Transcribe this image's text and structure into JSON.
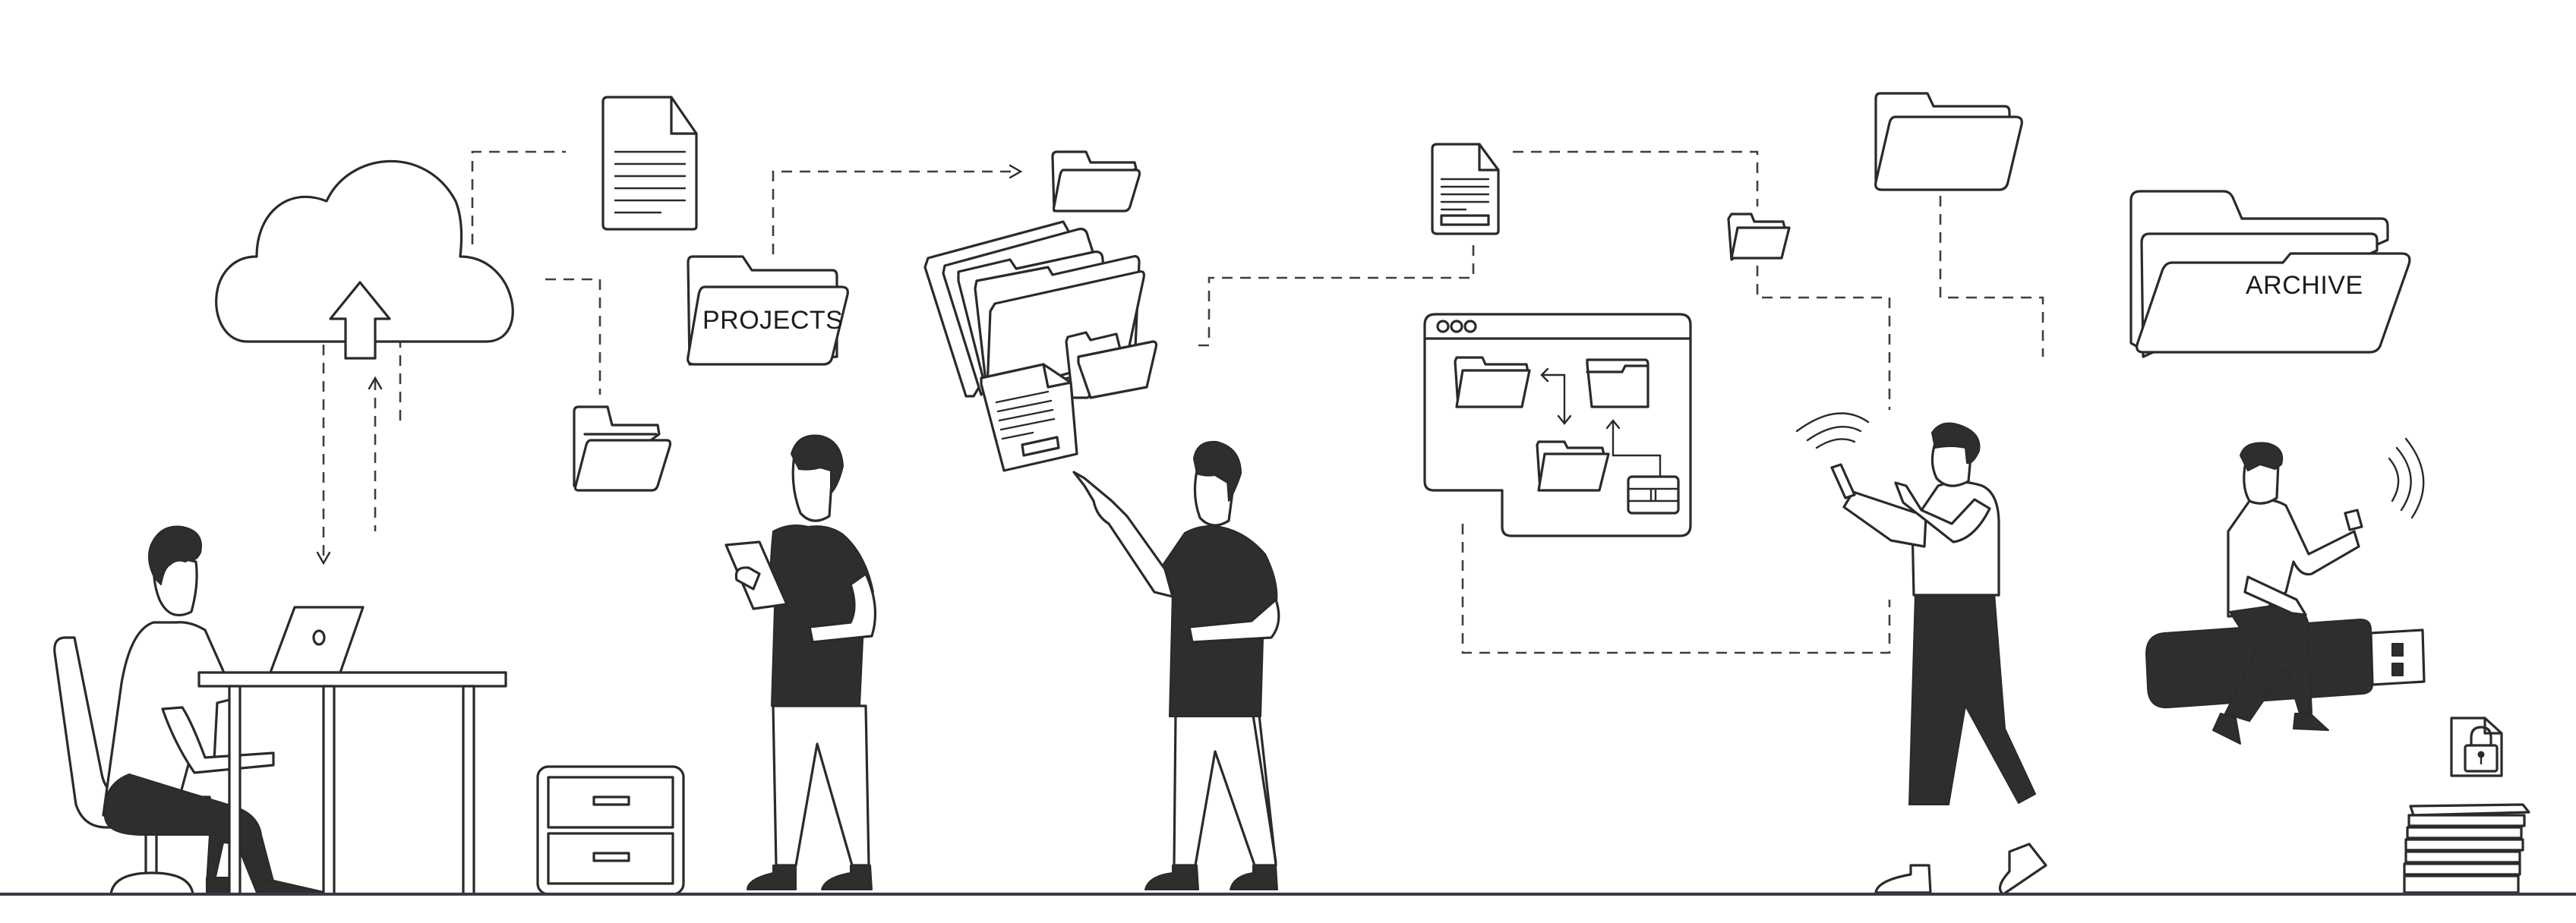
{
  "scene": {
    "description": "Line-art illustration of people managing files: cloud upload, folders, file manager window, USB drive and archive",
    "colors": {
      "background": "#ffffff",
      "line": "#2a2a2a",
      "fill_dark": "#2e2e2e",
      "dashed_connector": "#3b3f48"
    }
  },
  "labels": {
    "projects_folder": "PROJECTS",
    "archive_folder": "ARCHIVE"
  },
  "icons": [
    "cloud-upload-icon",
    "document-icon",
    "folder-icon",
    "projects-folder-icon",
    "stacked-folders-icon",
    "file-manager-window-icon",
    "archive-folder-icon",
    "usb-drive-icon",
    "locked-file-icon",
    "book-stack-icon",
    "filing-cabinet-icon",
    "laptop-icon",
    "tablet-icon",
    "phone-icon",
    "wifi-signal-icon"
  ],
  "people": [
    {
      "role": "person-at-desk-laptop"
    },
    {
      "role": "person-with-tablet"
    },
    {
      "role": "person-pointing-at-document"
    },
    {
      "role": "person-walking-with-phone"
    },
    {
      "role": "person-sitting-on-usb-drive"
    }
  ]
}
